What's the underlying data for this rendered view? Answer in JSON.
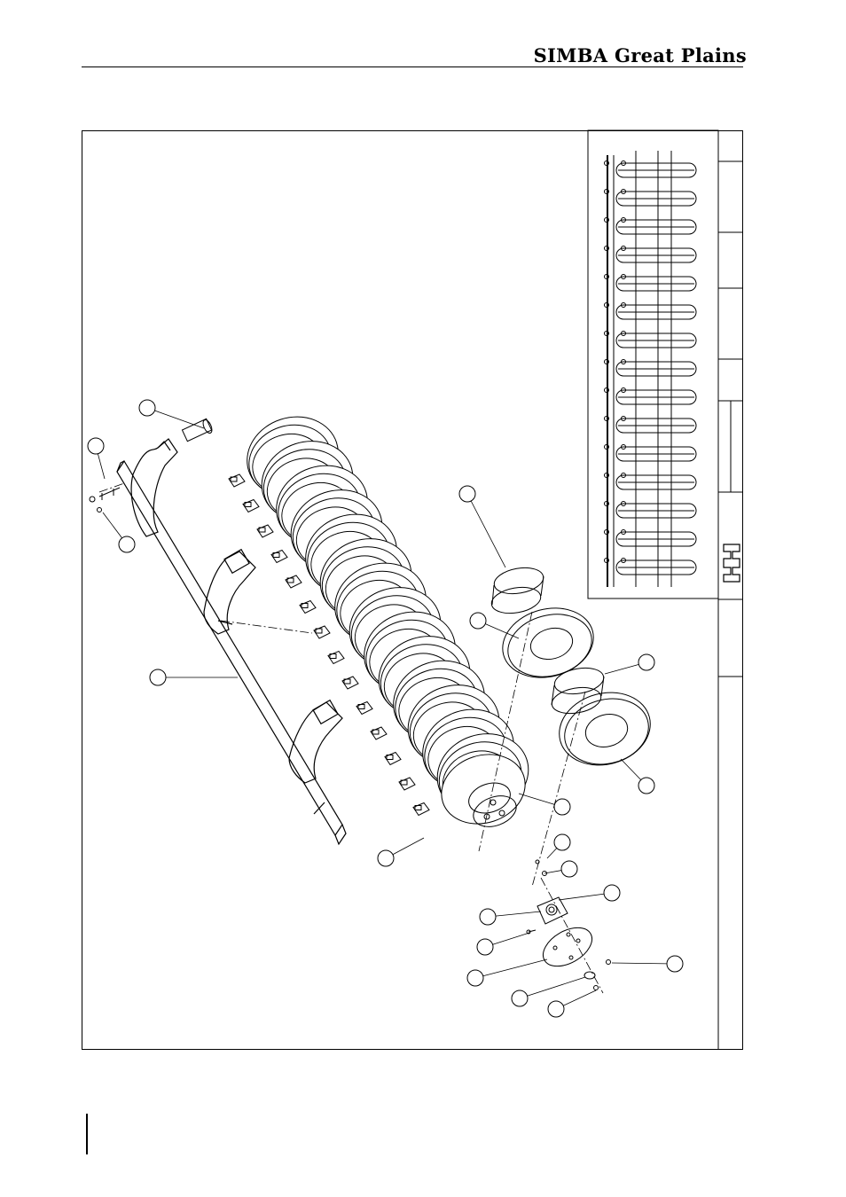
{
  "header": {
    "brand": "SIMBA Great Plains"
  },
  "drawing": {
    "kind": "exploded-parts-diagram",
    "subject": "roller assembly",
    "callout_balloons": 22,
    "inset": "top-view of assembled roller",
    "labels_visible": false
  },
  "colors": {
    "line": "#000000",
    "paper": "#ffffff"
  }
}
